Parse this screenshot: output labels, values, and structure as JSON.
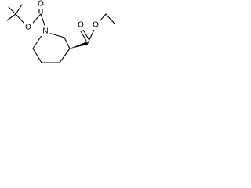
{
  "molecule": {
    "atoms": {
      "boc_o1": "O",
      "boc_o2": "O",
      "ring_n": "N",
      "ester_o1": "O",
      "ester_o2": "O"
    }
  },
  "colors": {
    "bond": "#000000",
    "label": "#000000",
    "background": "#ffffff"
  }
}
